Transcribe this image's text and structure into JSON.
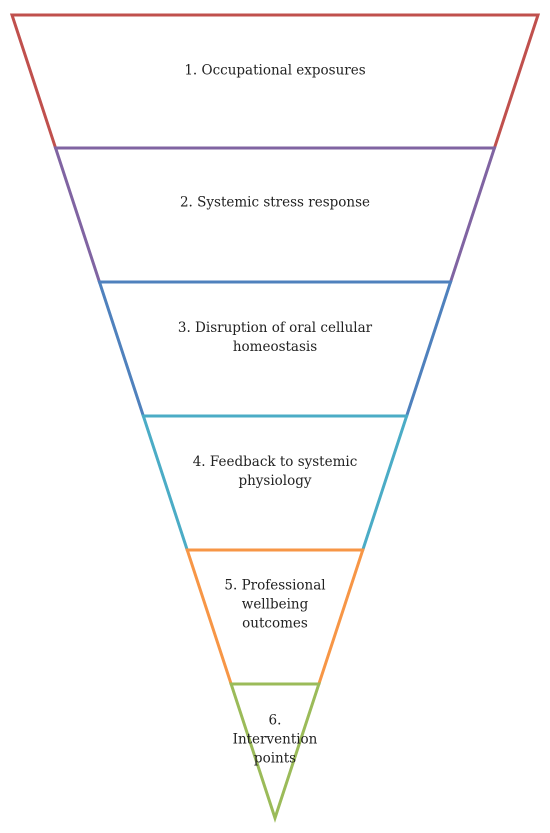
{
  "diagram": {
    "levels": [
      {
        "label": "1. Occupational exposures",
        "color": "#c0504d"
      },
      {
        "label": "2. Systemic stress response",
        "color": "#8064a2"
      },
      {
        "label": "3. Disruption of oral cellular\nhomeostasis",
        "color": "#4f81bd"
      },
      {
        "label": "4. Feedback to systemic\nphysiology",
        "color": "#4bacc6"
      },
      {
        "label": "5. Professional\nwellbeing\noutcomes",
        "color": "#f79646"
      },
      {
        "label": "6.\nIntervention\npoints",
        "color": "#9bbb59"
      }
    ]
  }
}
